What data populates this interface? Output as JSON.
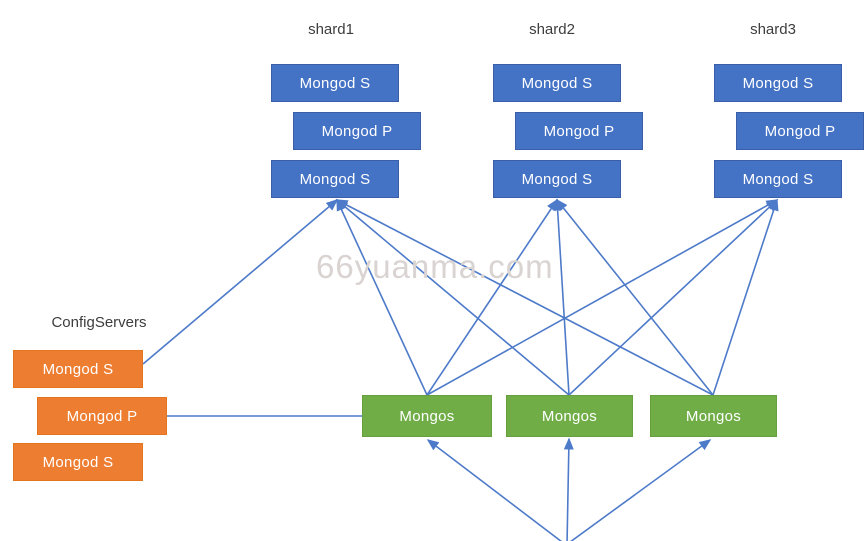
{
  "watermark": {
    "text": "66yuanma.com"
  },
  "colors": {
    "shard_node_fill": "#4472c4",
    "config_node_fill": "#ed7d31",
    "mongos_node_fill": "#70ad47",
    "connector_line": "#4d7ac9",
    "node_text": "#ffffff",
    "label_text": "#3d3d3d",
    "watermark_text": "#d9d3d1"
  },
  "shards": [
    {
      "label": "shard1",
      "nodes": [
        {
          "label": "Mongod S"
        },
        {
          "label": "Mongod P"
        },
        {
          "label": "Mongod S"
        }
      ]
    },
    {
      "label": "shard2",
      "nodes": [
        {
          "label": "Mongod S"
        },
        {
          "label": "Mongod P"
        },
        {
          "label": "Mongod S"
        }
      ]
    },
    {
      "label": "shard3",
      "nodes": [
        {
          "label": "Mongod S"
        },
        {
          "label": "Mongod P"
        },
        {
          "label": "Mongod S"
        }
      ]
    }
  ],
  "config_servers": {
    "label": "ConfigServers",
    "nodes": [
      {
        "label": "Mongod S"
      },
      {
        "label": "Mongod P"
      },
      {
        "label": "Mongod S"
      }
    ]
  },
  "mongos": [
    {
      "label": "Mongos"
    },
    {
      "label": "Mongos"
    },
    {
      "label": "Mongos"
    }
  ],
  "edges": [
    {
      "from": "mongos-1",
      "to": "shard1-mongod-s-bottom",
      "arrow_at": "to"
    },
    {
      "from": "mongos-1",
      "to": "shard2-mongod-s-bottom",
      "arrow_at": "to"
    },
    {
      "from": "mongos-1",
      "to": "shard3-mongod-s-bottom",
      "arrow_at": "to"
    },
    {
      "from": "mongos-2",
      "to": "shard1-mongod-s-bottom",
      "arrow_at": "to"
    },
    {
      "from": "mongos-2",
      "to": "shard2-mongod-s-bottom",
      "arrow_at": "to"
    },
    {
      "from": "mongos-2",
      "to": "shard3-mongod-s-bottom",
      "arrow_at": "to"
    },
    {
      "from": "mongos-3",
      "to": "shard1-mongod-s-bottom",
      "arrow_at": "to"
    },
    {
      "from": "mongos-3",
      "to": "shard2-mongod-s-bottom",
      "arrow_at": "to"
    },
    {
      "from": "mongos-3",
      "to": "shard3-mongod-s-bottom",
      "arrow_at": "to"
    },
    {
      "from": "configservers-mongod-s-top",
      "to": "shard1-mongod-s-bottom",
      "arrow_at": "to"
    },
    {
      "from": "configservers-mongod-p",
      "to": "mongos-1",
      "arrow_at": "none"
    },
    {
      "from": "bottom-point-offscreen",
      "to": "mongos-1",
      "arrow_at": "to"
    },
    {
      "from": "bottom-point-offscreen",
      "to": "mongos-2",
      "arrow_at": "to"
    },
    {
      "from": "bottom-point-offscreen",
      "to": "mongos-3",
      "arrow_at": "to"
    }
  ]
}
